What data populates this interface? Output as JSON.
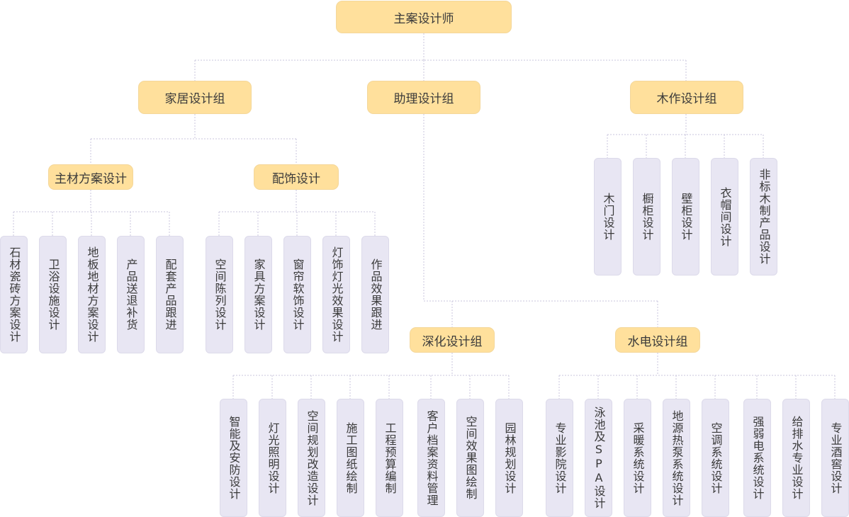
{
  "chart": {
    "title": "主案设计师",
    "root": "主案设计师",
    "groups": [
      {
        "label": "家居设计组",
        "subgroups": [
          {
            "label": "主材方案设计",
            "items": [
              "石材瓷砖方案设计",
              "卫浴设施设计",
              "地板地材方案设计",
              "产品送退补货",
              "配套产品跟进"
            ]
          },
          {
            "label": "配饰设计",
            "items": [
              "空间陈列设计",
              "家具方案设计",
              "窗帘软饰设计",
              "灯饰灯光效果设计",
              "作品效果跟进"
            ]
          }
        ]
      },
      {
        "label": "助理设计组",
        "subgroups": [
          {
            "label": "深化设计组",
            "items": [
              "智能及安防设计",
              "灯光照明设计",
              "空间规划改造设计",
              "施工图纸绘制",
              "工程预算编制",
              "客户档案资料管理",
              "空间效果图绘制",
              "园林规划设计"
            ]
          },
          {
            "label": "水电设计组",
            "items": [
              "专业影院设计",
              "泳池及SPA设计",
              "采暖系统设计",
              "地源热泵系统设计",
              "空调系统设计",
              "强弱电系统设计",
              "给排水专业设计",
              "专业酒窖设计"
            ]
          }
        ]
      },
      {
        "label": "木作设计组",
        "items": [
          "木门设计",
          "橱柜设计",
          "壁柜设计",
          "衣帽间设计",
          "非标木制产品设计"
        ]
      }
    ]
  },
  "colors": {
    "header_node_fill": "#ffe09c",
    "leaf_node_fill": "#e8e6f3",
    "connector": "#c9c6dc",
    "text": "#3a3a3a"
  }
}
